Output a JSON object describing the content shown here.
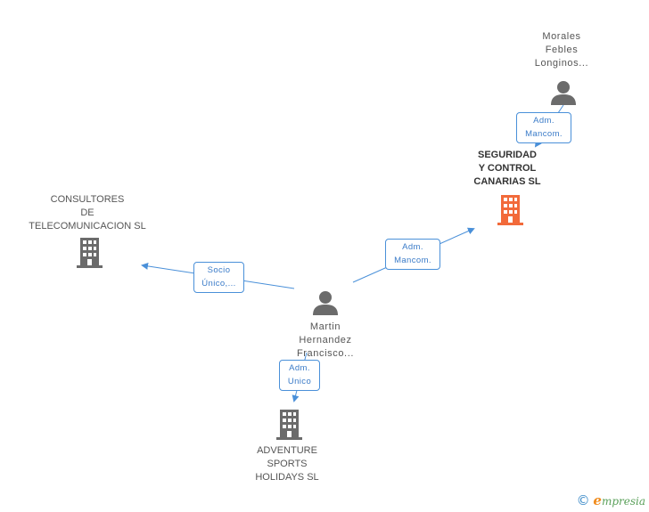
{
  "colors": {
    "edge": "#4a90d9",
    "person_icon": "#6b6b6b",
    "company_icon": "#6b6b6b",
    "main_company_icon": "#f26a3a"
  },
  "nodes": {
    "morales": {
      "label": "Morales\nFebles\nLonginos...",
      "type": "person-icon"
    },
    "seguridad": {
      "label": "SEGURIDAD\nY CONTROL\nCANARIAS SL",
      "type": "building-icon",
      "highlight": true
    },
    "consultores": {
      "label": "CONSULTORES\nDE\nTELECOMUNICACION SL",
      "type": "building-icon"
    },
    "martin": {
      "label": "Martin\nHernandez\nFrancisco...",
      "type": "person-icon"
    },
    "adventure": {
      "label": "ADVENTURE\nSPORTS\nHOLIDAYS SL",
      "type": "building-icon"
    }
  },
  "edges": {
    "morales_seguridad": {
      "label": "Adm.\nMancom."
    },
    "martin_seguridad": {
      "label": "Adm.\nMancom."
    },
    "martin_consultores": {
      "label": "Socio\nÚnico,..."
    },
    "martin_adventure": {
      "label": "Adm.\nUnico"
    }
  },
  "brand": {
    "copyright": "©",
    "initial": "e",
    "name": "mpresia"
  }
}
